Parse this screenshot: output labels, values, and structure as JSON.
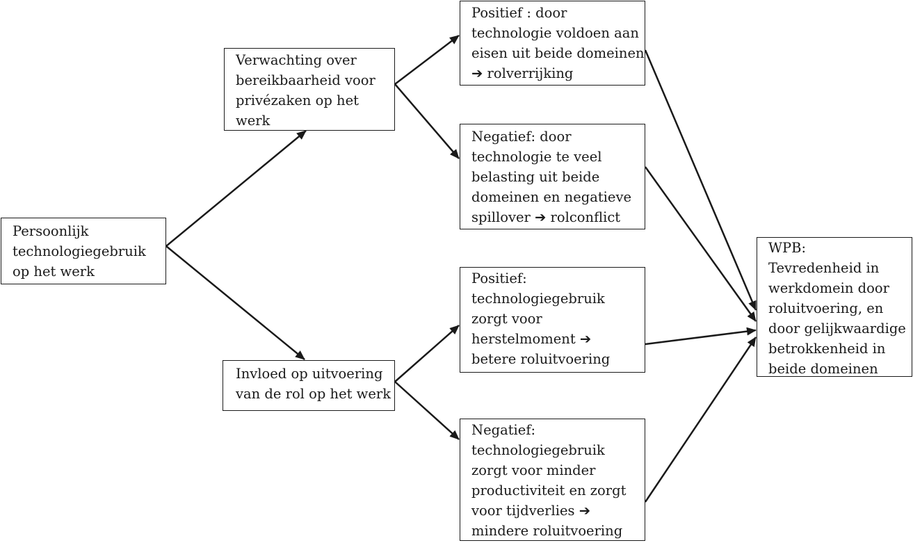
{
  "boxes": {
    "start": {
      "lines": [
        "Persoonlijk",
        "technologiegebruik",
        "op het werk"
      ]
    },
    "expectation": {
      "lines": [
        "Verwachting over",
        "bereikbaarheid voor",
        "privézaken op het",
        "werk"
      ]
    },
    "influence": {
      "lines": [
        "Invloed op uitvoering",
        "van de rol op het werk"
      ]
    },
    "positive_1": {
      "lines": [
        "Positief :  door",
        "technologie voldoen aan",
        "eisen uit beide domeinen",
        "➔ rolverrijking"
      ]
    },
    "negative_1": {
      "lines": [
        "Negatief: door",
        "technologie te veel",
        "belasting uit beide",
        "domeinen en negatieve",
        "spillover  ➔ rolconflict"
      ]
    },
    "positive_2": {
      "lines": [
        "Positief:",
        "technologiegebruik",
        "zorgt voor",
        "herstelmoment ➔",
        "betere roluitvoering"
      ]
    },
    "negative_2": {
      "lines": [
        "Negatief:",
        "technologiegebruik",
        "zorgt voor minder",
        "productiviteit en zorgt",
        "voor tijdverlies   ➔",
        "mindere roluitvoering"
      ]
    },
    "outcome": {
      "lines": [
        "WPB:",
        "Tevredenheid in",
        "werkdomein door",
        "roluitvoering, en",
        "door gelijkwaardige",
        "betrokkenheid in",
        "beide domeinen"
      ]
    }
  },
  "colors": {
    "stroke": "#1a1a1a",
    "background": "#ffffff"
  }
}
